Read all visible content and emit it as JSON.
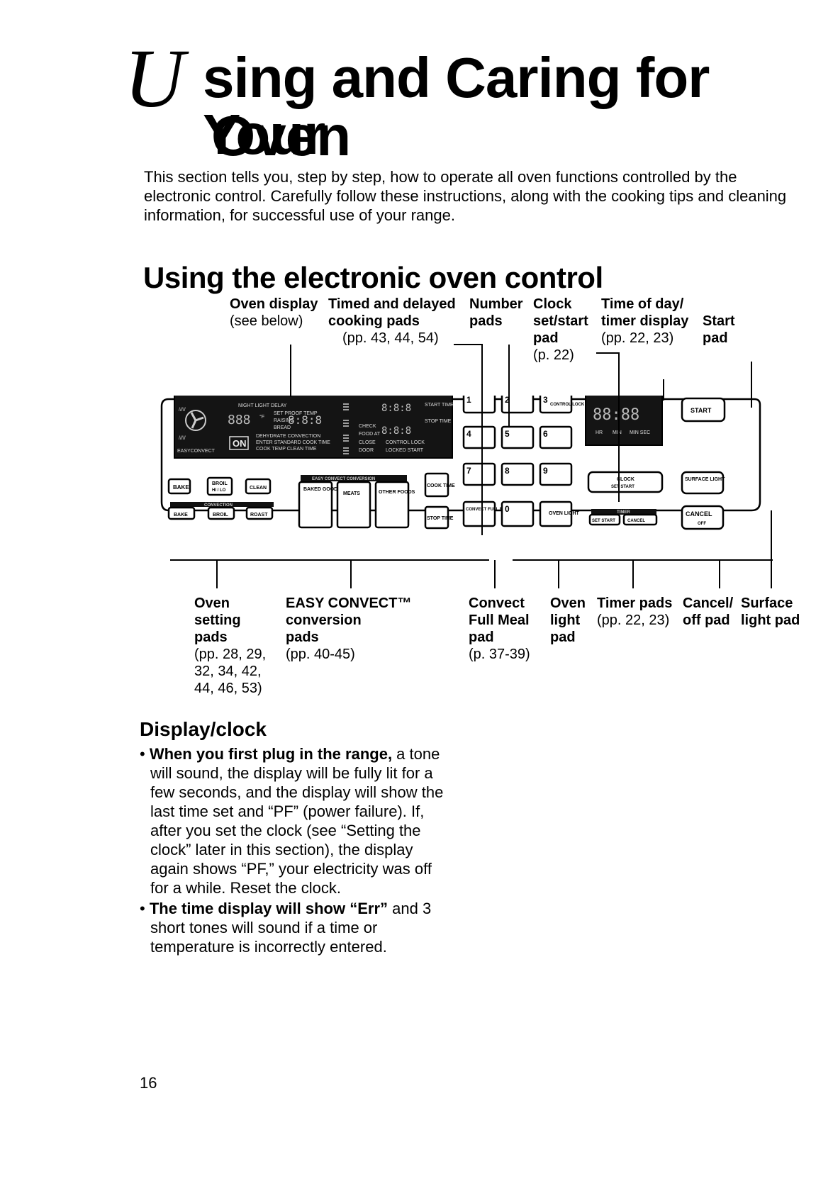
{
  "title": {
    "dropcap": "U",
    "line1_rest": "sing and Caring for Your",
    "line2": "Oven"
  },
  "intro": "This section tells you, step by step, how to operate all oven functions controlled by the electronic control. Carefully follow these instructions, along with the cooking tips and cleaning information, for successful use of your range.",
  "section_heading": "Using the electronic oven control",
  "top_callouts": {
    "oven_display": {
      "line1": "Oven display",
      "line2": "(see below)"
    },
    "timed_delayed": {
      "line1": "Timed and delayed",
      "line2": "cooking pads",
      "line3": "(pp. 43, 44, 54)"
    },
    "number_pads": {
      "line1": "Number",
      "line2": "pads"
    },
    "clock": {
      "line1": "Clock",
      "line2": "set/start",
      "line3": "pad",
      "line4": "(p. 22)"
    },
    "time_of_day": {
      "line1": "Time of day/",
      "line2": "timer display",
      "line3": "(pp. 22, 23)"
    },
    "start_pad": {
      "line1": "Start",
      "line2": "pad"
    }
  },
  "bottom_callouts": {
    "oven_setting": {
      "line1": "Oven",
      "line2": "setting",
      "line3": "pads",
      "line4": "(pp. 28, 29,",
      "line5": "32, 34, 42,",
      "line6": "44, 46, 53)"
    },
    "easy_convect": {
      "line1": "EASY CONVECT™",
      "line2": "conversion",
      "line3": "pads",
      "line4": "(pp. 40-45)"
    },
    "convect_full_meal": {
      "line1": "Convect",
      "line2": "Full Meal",
      "line3": "pad",
      "line4": "(p. 37-39)"
    },
    "oven_light": {
      "line1": "Oven",
      "line2": "light",
      "line3": "pad"
    },
    "timer_pads": {
      "line1": "Timer pads",
      "line2": "(pp. 22, 23)"
    },
    "cancel_off": {
      "line1": "Cancel/",
      "line2": "off pad"
    },
    "surface_light": {
      "line1": "Surface",
      "line2": "light pad"
    }
  },
  "panel": {
    "display_left": {
      "row1": "NIGHT LIGHT   DELAY",
      "row2": "SET   PROOF TEMP",
      "row3": "RAISING",
      "row4": "BREAD",
      "row5": "DEHYDRATE   CONVECTION",
      "row6": "ENTER STANDARD COOK TIME",
      "row7": "COOK TEMP   CLEAN TIME",
      "easyconvect": "EASYCONVECT",
      "on": "ON",
      "digits": "888",
      "digits2": "8:8:8",
      "degree": "°F"
    },
    "display_right": {
      "start_time": "START TIME",
      "stop_time": "STOP TIME",
      "check": "CHECK",
      "food_at": "FOOD AT",
      "close": "CLOSE",
      "door": "DOOR",
      "control_lock": "CONTROL LOCK",
      "locked_start": "LOCKED START",
      "digits_a": "8:8:8",
      "digits_b": "8:8:8"
    },
    "pads": {
      "bake": "BAKE",
      "broil": "BROIL",
      "broil_sub": "HI / LO",
      "clean": "CLEAN",
      "conv_bake": "BAKE",
      "conv_broil": "BROIL",
      "conv_roast": "ROAST",
      "convection_strip": "CONVECTION",
      "easy_convect_strip": "EASY CONVECT CONVERSION",
      "baked_goods": "BAKED GOODS",
      "meats": "MEATS",
      "other_foods": "OTHER FOODS",
      "cook_time": "COOK TIME",
      "stop_time": "STOP TIME",
      "convect_full_meal": "CONVECT FULL MEAL",
      "control_lock": "CONTROL LOCK",
      "oven_light": "OVEN LIGHT",
      "clock_label": "CLOCK",
      "clock_sub": "SET START",
      "timer_strip": "TIMER",
      "timer_set": "SET START",
      "timer_cancel": "CANCEL",
      "start": "START",
      "surface_light": "SURFACE LIGHT",
      "cancel": "CANCEL",
      "cancel_off": "OFF"
    },
    "numbers": [
      "1",
      "2",
      "3",
      "4",
      "5",
      "6",
      "7",
      "8",
      "9",
      "0"
    ],
    "timer_display": {
      "digits": "88:88",
      "hr": "HR",
      "min": "MIN",
      "sec": "SEC"
    }
  },
  "display_clock": {
    "heading": "Display/clock",
    "bullets": [
      {
        "lead": "When you first plug in the range,",
        "text": " a tone will sound, the display will be fully lit for a few seconds, and the display will show the last time set and “PF” (power failure). If, after you set the clock (see “Setting the clock” later in this section), the display again shows “PF,” your electricity was off for a while. Reset the clock."
      },
      {
        "lead": "The time display will show “Err”",
        "text": " and 3 short tones will sound if a time or temperature is incorrectly entered."
      }
    ]
  },
  "page_number": "16"
}
